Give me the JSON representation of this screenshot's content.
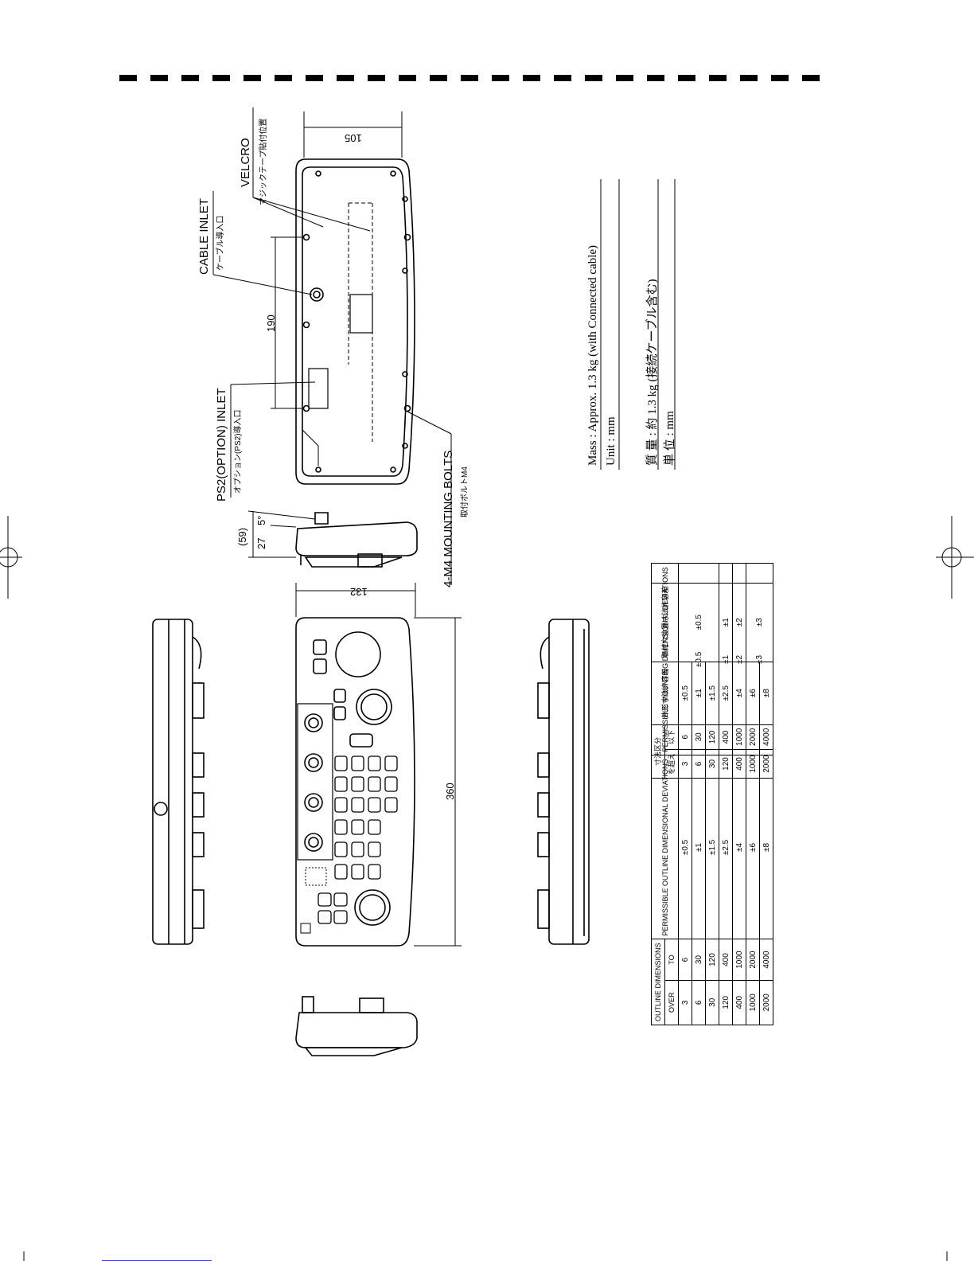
{
  "labels": {
    "velcro": "VELCRO",
    "velcro_jp": "マジックテープ貼付位置",
    "cable_inlet": "CABLE INLET",
    "cable_inlet_jp": "ケーブル導入口",
    "ps2_inlet": "PS2(OPTION) INLET",
    "ps2_inlet_jp": "オプション(PS2)導入口",
    "mounting_bolts": "4-M4 MOUNTING BOLTS",
    "mounting_bolts_jp": "取付ボルトM4"
  },
  "dimensions": {
    "d105": "105",
    "d190": "190",
    "d59": "(59)",
    "d27": "27",
    "d5deg": "5°",
    "d132": "132",
    "d360": "360"
  },
  "specs": {
    "mass_en": "Mass : Approx. 1.3 kg (with Connected cable)",
    "unit_en": "Unit : mm",
    "mass_jp": "質 量 : 約 1.3 kg (接続ケーブル含む)",
    "unit_jp": "単 位 : mm"
  },
  "table_en": {
    "h_outline": "OUTLINE DIMENSIONS",
    "h_over": "OVER",
    "h_to": "TO",
    "h_outline_dev": "PERMISSIBLE OUTLINE DIMENSIONAL DEVIATIONS",
    "h_mount_dev": "PERMISSIBLE MOUNTING DIMENSIONAL DEVIATIONS",
    "rows": [
      {
        "over": "3",
        "to": "6",
        "dev": "±0.5"
      },
      {
        "over": "6",
        "to": "30",
        "dev": "±1"
      },
      {
        "over": "30",
        "to": "120",
        "dev": "±1.5"
      },
      {
        "over": "120",
        "to": "400",
        "dev": "±2.5"
      },
      {
        "over": "400",
        "to": "1000",
        "dev": "±4"
      },
      {
        "over": "1000",
        "to": "2000",
        "dev": "±6"
      },
      {
        "over": "2000",
        "to": "4000",
        "dev": "±8"
      }
    ],
    "mount": [
      "±0.5",
      "±1",
      "±2",
      "±3"
    ]
  },
  "table_jp": {
    "h_outline": "寸法区分",
    "h_over": "を超え",
    "h_to": "以下",
    "h_outline_dev": "外形寸法許容差",
    "h_mount_dev": "取付穴位置寸法許容差",
    "mount": [
      "±0.5",
      "±1",
      "±2",
      "±3"
    ]
  }
}
